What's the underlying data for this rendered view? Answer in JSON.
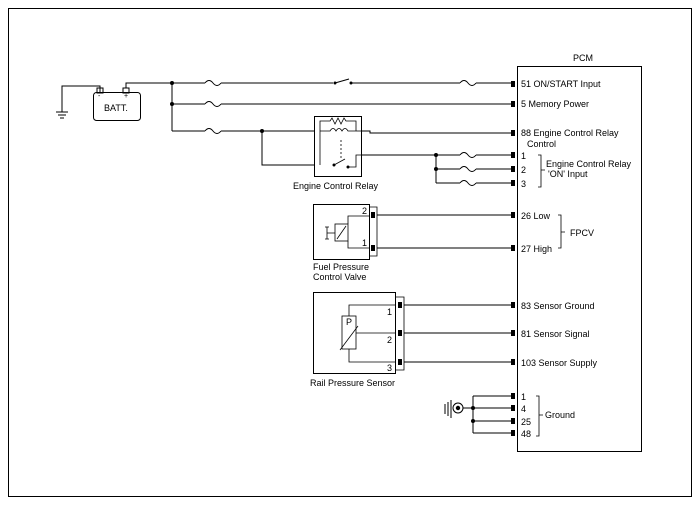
{
  "pcm": {
    "title": "PCM",
    "pins": {
      "on_start": "51 ON/START Input",
      "memory_power": "5 Memory Power",
      "ecr_control_1": "88 Engine Control Relay",
      "ecr_control_2": "Control",
      "ecr_on_1": "1",
      "ecr_on_2": "2",
      "ecr_on_3": "3",
      "fpcv_low": "26 Low",
      "fpcv_high": "27 High",
      "sensor_ground": "83 Sensor Ground",
      "sensor_signal": "81 Sensor Signal",
      "sensor_supply": "103 Sensor Supply",
      "gnd_1": "1",
      "gnd_4": "4",
      "gnd_25": "25",
      "gnd_48": "48"
    },
    "groups": {
      "ecr_on_line1": "Engine Control Relay",
      "ecr_on_line2": "'ON' Input",
      "fpcv": "FPCV",
      "ground": "Ground"
    }
  },
  "battery": {
    "label": "BATT.",
    "neg": "-",
    "pos": "+"
  },
  "relay": {
    "label": "Engine Control Relay"
  },
  "valve": {
    "label_1": "Fuel Pressure",
    "label_2": "Control Valve",
    "pin_2": "2",
    "pin_1": "1"
  },
  "sensor": {
    "label": "Rail Pressure Sensor",
    "symbol": "P",
    "pin_1": "1",
    "pin_2": "2",
    "pin_3": "3"
  }
}
